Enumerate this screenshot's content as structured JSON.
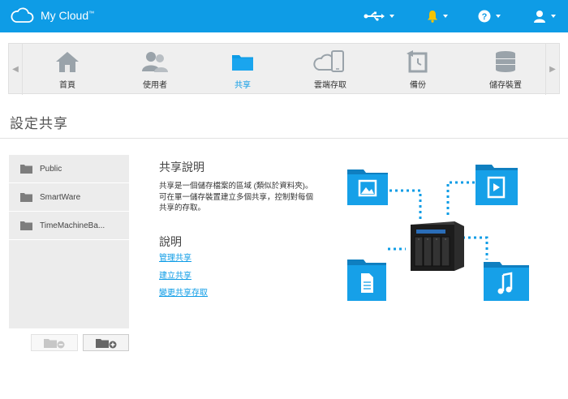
{
  "app": {
    "title": "My Cloud",
    "trademark": "™"
  },
  "nav": {
    "items": [
      {
        "label": "首頁",
        "icon": "home-icon"
      },
      {
        "label": "使用者",
        "icon": "users-icon"
      },
      {
        "label": "共享",
        "icon": "shares-folder-icon",
        "active": true
      },
      {
        "label": "雲端存取",
        "icon": "cloud-access-icon"
      },
      {
        "label": "備份",
        "icon": "backup-icon"
      },
      {
        "label": "儲存裝置",
        "icon": "storage-icon"
      }
    ]
  },
  "page": {
    "title": "設定共享"
  },
  "shares": [
    {
      "name": "Public"
    },
    {
      "name": "SmartWare"
    },
    {
      "name": "TimeMachineBa..."
    }
  ],
  "description": {
    "title": "共享說明",
    "text": "共享是一個儲存檔案的區域 (類似於資料夾)。可在單一儲存裝置建立多個共享，控制對每個共享的存取。"
  },
  "help": {
    "title": "說明",
    "links": [
      "管理共享",
      "建立共享",
      "變更共享存取"
    ]
  },
  "colors": {
    "accent": "#0e9ce6",
    "topbar": "#0e9ce6"
  }
}
